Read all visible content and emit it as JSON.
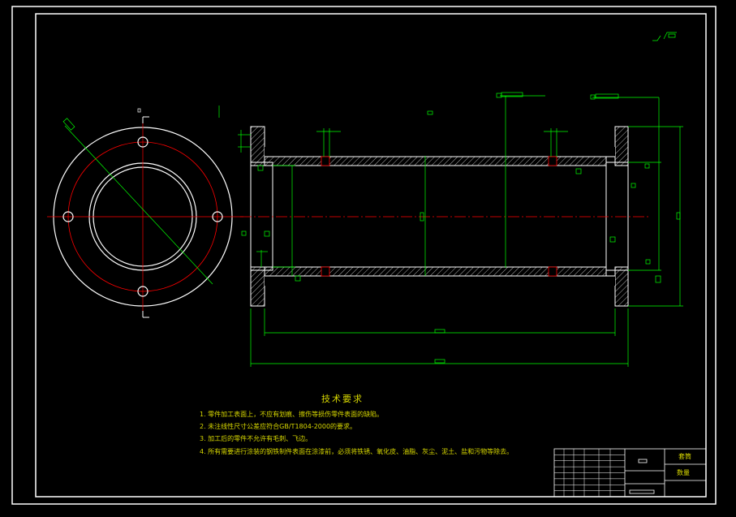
{
  "technical_requirements": {
    "title": "技术要求",
    "items": [
      "1. 零件加工表面上，不应有划痕、擦伤等损伤零件表面的缺陷。",
      "2. 未注线性尺寸公差应符合GB/T1804-2000的要求。",
      "3. 加工后的零件不允许有毛刺、飞边。",
      "4. 所有需要进行涂装的钢铁制件表面在涂漆前，必须将铁锈、氧化皮、油脂、灰尘、泥土、盐和污物等除去。"
    ]
  },
  "title_block": {
    "name_label": "套筒",
    "material_label": "数量"
  },
  "colors": {
    "outline": "#ffffff",
    "centerline": "#ff0000",
    "dimension": "#00ff00",
    "section": "#00ffff",
    "text": "#d8d800",
    "background": "#000000"
  }
}
